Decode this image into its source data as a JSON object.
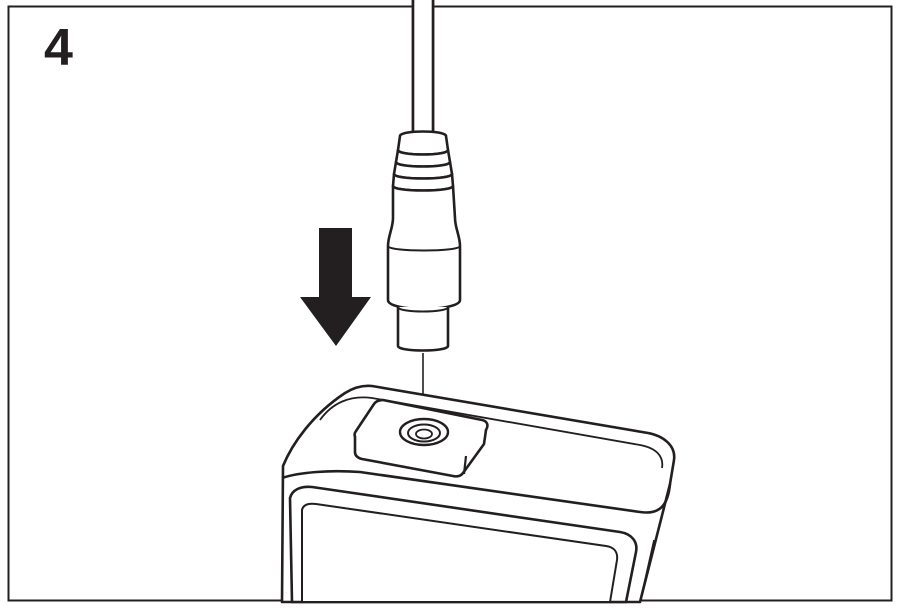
{
  "figure": {
    "step_number": "4",
    "ink_color": "#231f20",
    "background_color": "#ffffff",
    "illustration": "connect-cable-to-top-port",
    "arrow_direction": "down"
  }
}
